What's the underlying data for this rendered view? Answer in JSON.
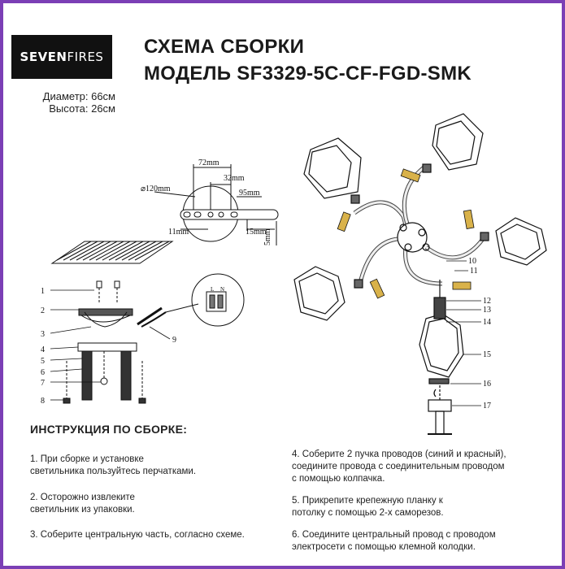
{
  "brand": {
    "part1": "SEVEN",
    "part2": "FIRES"
  },
  "specs": {
    "diameter": "Диаметр: 66см",
    "height": "Высота: 26см"
  },
  "title": {
    "line1": "СХЕМА СБОРКИ",
    "line2": "МОДЕЛЬ SF3329-5C-CF-FGD-SMK"
  },
  "dimensions": {
    "d120": "⌀120mm",
    "d72": "72mm",
    "d32": "32mm",
    "d95": "95mm",
    "d11": "11mm",
    "d15": "15mm",
    "d5": "5mm"
  },
  "left_callouts": [
    "1",
    "2",
    "3",
    "4",
    "5",
    "6",
    "7",
    "8",
    "9"
  ],
  "right_callouts": [
    "10",
    "11",
    "12",
    "13",
    "14",
    "15",
    "16",
    "17"
  ],
  "terminal_labels": [
    "L",
    "N"
  ],
  "instructions": {
    "heading": "ИНСТРУКЦИЯ ПО СБОРКЕ:",
    "step1": [
      "1. При сборке и установке",
      "светильника пользуйтесь перчатками."
    ],
    "step2": [
      "2. Осторожно извлеките",
      "светильник из упаковки."
    ],
    "step3": [
      "3. Соберите центральную часть, согласно схеме."
    ],
    "step4": [
      "4. Соберите 2 пучка проводов (синий и красный),",
      "соедините провода с соединительным проводом",
      "с помощью колпачка."
    ],
    "step5": [
      "5. Прикрепите крепежную планку к",
      "потолку с помощью 2-х саморезов."
    ],
    "step6": [
      "6. Соедините центральный провод с проводом",
      "электросети с помощью клемной колодки."
    ]
  },
  "colors": {
    "border": "#7b3fb5",
    "logo_bg": "#111111",
    "brass": "#d9b24a"
  }
}
